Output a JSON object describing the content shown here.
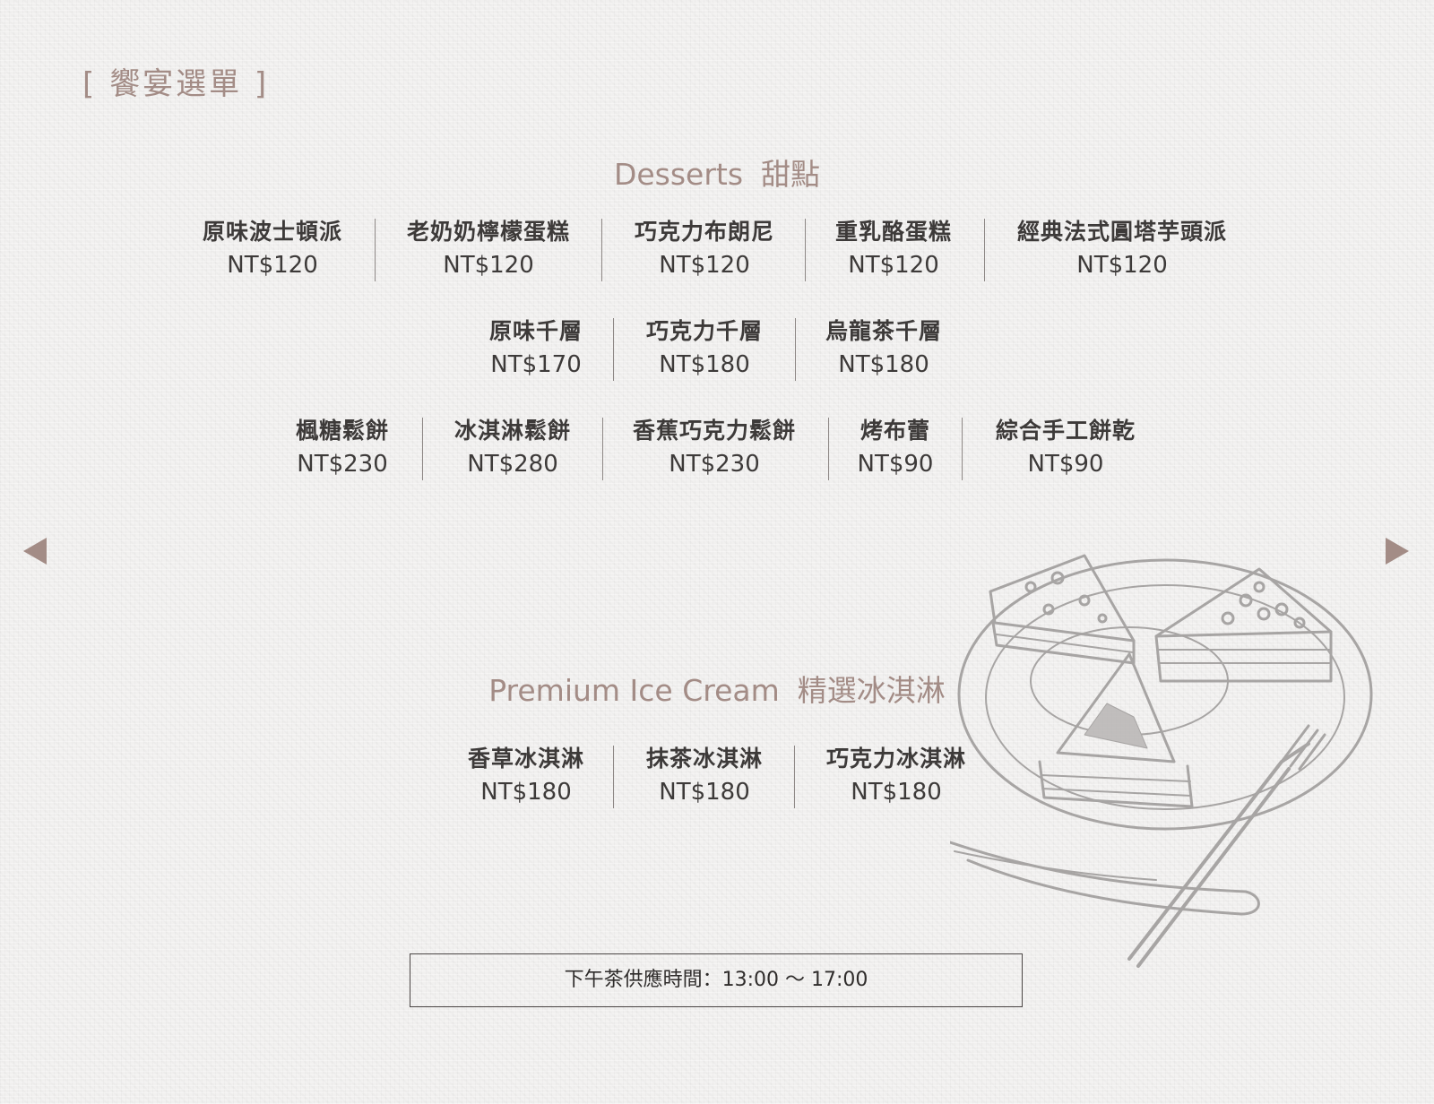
{
  "header": {
    "title": "[ 饗宴選單 ]"
  },
  "desserts": {
    "title_en": "Desserts",
    "title_zh": "甜點",
    "rows": [
      [
        {
          "name": "原味波士頓派",
          "price": "NT$120"
        },
        {
          "name": "老奶奶檸檬蛋糕",
          "price": "NT$120"
        },
        {
          "name": "巧克力布朗尼",
          "price": "NT$120"
        },
        {
          "name": "重乳酪蛋糕",
          "price": "NT$120"
        },
        {
          "name": "經典法式圓塔芋頭派",
          "price": "NT$120"
        }
      ],
      [
        {
          "name": "原味千層",
          "price": "NT$170"
        },
        {
          "name": "巧克力千層",
          "price": "NT$180"
        },
        {
          "name": "烏龍茶千層",
          "price": "NT$180"
        }
      ],
      [
        {
          "name": "楓糖鬆餅",
          "price": "NT$230"
        },
        {
          "name": "冰淇淋鬆餅",
          "price": "NT$280"
        },
        {
          "name": "香蕉巧克力鬆餅",
          "price": "NT$230"
        },
        {
          "name": "烤布蕾",
          "price": "NT$90"
        },
        {
          "name": "綜合手工餅乾",
          "price": "NT$90"
        }
      ]
    ]
  },
  "ice_cream": {
    "title_en": "Premium Ice Cream",
    "title_zh": "精選冰淇淋",
    "items": [
      {
        "name": "香草冰淇淋",
        "price": "NT$180"
      },
      {
        "name": "抹茶冰淇淋",
        "price": "NT$180"
      },
      {
        "name": "巧克力冰淇淋",
        "price": "NT$180"
      }
    ]
  },
  "service_hours": "下午茶供應時間：13:00 ～ 17:00",
  "icons": {
    "prev": "triangle-left-icon",
    "next": "triangle-right-icon",
    "illustration": "cake-plate-fork-illustration"
  },
  "colors": {
    "accent": "#a38c86",
    "text": "#3d3a39",
    "background": "#f1f0ef"
  }
}
